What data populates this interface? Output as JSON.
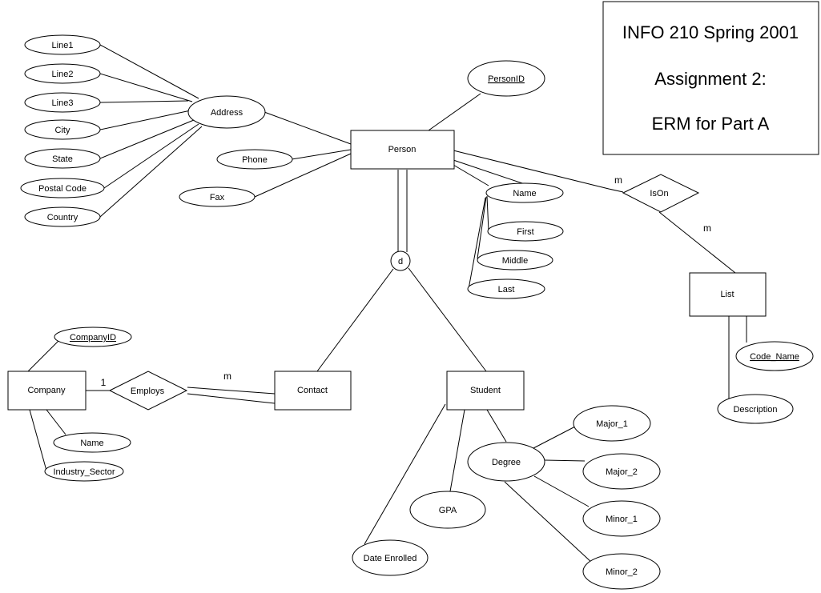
{
  "title_box": {
    "line1": "INFO 210 Spring 2001",
    "line2": "Assignment 2:",
    "line3": "ERM for Part A"
  },
  "entities": {
    "person": "Person",
    "list": "List",
    "company": "Company",
    "contact": "Contact",
    "student": "Student"
  },
  "relationships": {
    "is_on": "IsOn",
    "employs": "Employs"
  },
  "specialization": {
    "symbol": "d"
  },
  "attributes": {
    "line1": "Line1",
    "line2": "Line2",
    "line3": "Line3",
    "city": "City",
    "state": "State",
    "postal_code": "Postal Code",
    "country": "Country",
    "address": "Address",
    "phone": "Phone",
    "fax": "Fax",
    "person_id": "PersonID",
    "name": "Name",
    "first": "First",
    "middle": "Middle",
    "last": "Last",
    "code_name": "Code_Name",
    "description": "Description",
    "company_id": "CompanyID",
    "company_name": "Name",
    "industry_sector": "Industry_Sector",
    "degree": "Degree",
    "major_1": "Major_1",
    "major_2": "Major_2",
    "minor_1": "Minor_1",
    "minor_2": "Minor_2",
    "gpa": "GPA",
    "date_enrolled": "Date Enrolled"
  },
  "cardinalities": {
    "is_on_person": "m",
    "is_on_list": "m",
    "employs_company": "1",
    "employs_contact": "m"
  }
}
